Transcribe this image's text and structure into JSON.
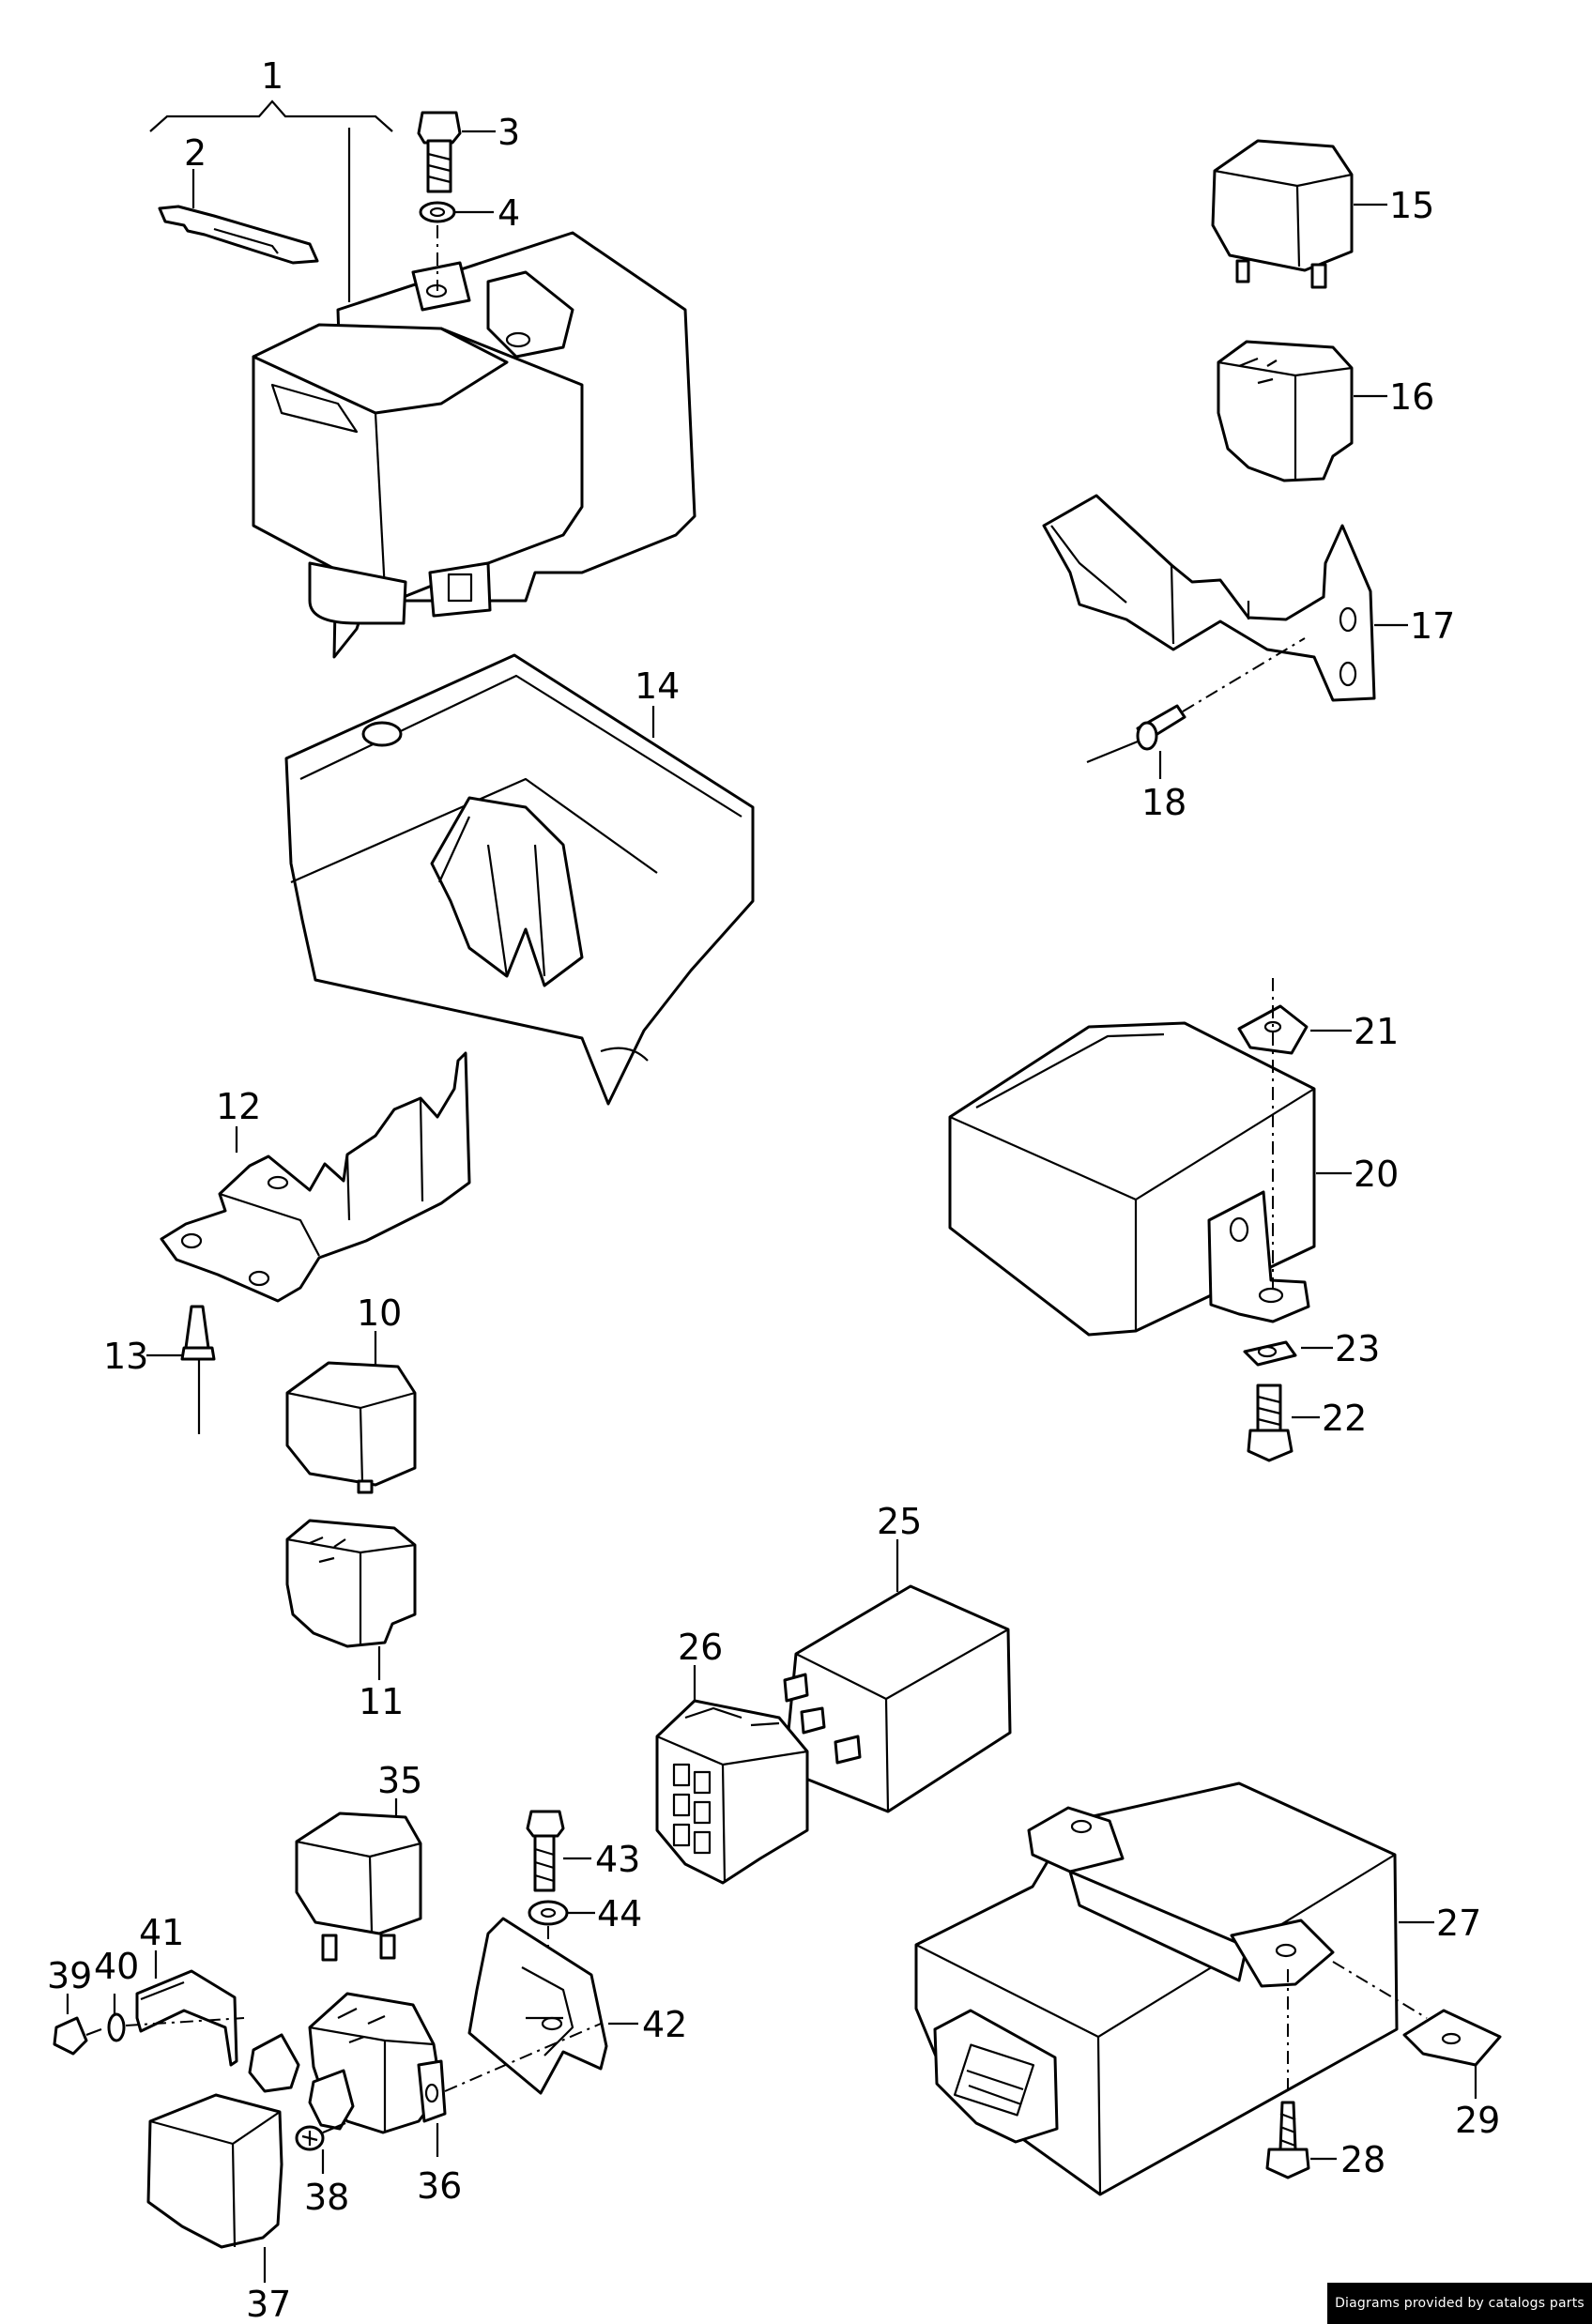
{
  "diagram": {
    "callouts": [
      "1",
      "2",
      "3",
      "4",
      "10",
      "11",
      "12",
      "13",
      "14",
      "15",
      "16",
      "17",
      "18",
      "20",
      "21",
      "22",
      "23",
      "25",
      "26",
      "27",
      "28",
      "29",
      "35",
      "36",
      "37",
      "38",
      "39",
      "40",
      "41",
      "42",
      "43",
      "44"
    ]
  },
  "footer": {
    "text": "Diagrams provided by catalogs parts"
  }
}
